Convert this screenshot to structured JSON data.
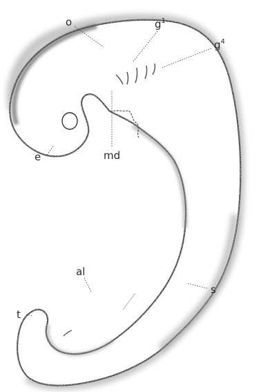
{
  "figure": {
    "labels": {
      "o": "o",
      "g1_base": "g",
      "g1_sup": "1",
      "g4_base": "g",
      "g4_sup": "4",
      "md": "md",
      "e": "e",
      "al": "al",
      "s": "s",
      "t": "t"
    },
    "colors": {
      "outline": "#2b2b2b",
      "shade": "#9a9a9a",
      "background": "#ffffff"
    }
  }
}
